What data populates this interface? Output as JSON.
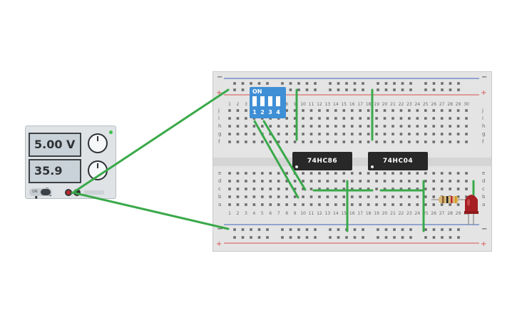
{
  "power_supply": {
    "voltage_display": "5.00 V",
    "current_display": "35.9 µA",
    "power_switch_label": "ON"
  },
  "breadboard": {
    "rail_plus": "+",
    "rail_minus": "−",
    "row_letters_top": [
      "j",
      "i",
      "h",
      "g",
      "f"
    ],
    "row_letters_bottom": [
      "e",
      "d",
      "c",
      "b",
      "a"
    ],
    "columns": [
      "1",
      "2",
      "3",
      "4",
      "5",
      "6",
      "7",
      "8",
      "9",
      "10",
      "11",
      "12",
      "13",
      "14",
      "15",
      "16",
      "17",
      "18",
      "19",
      "20",
      "21",
      "22",
      "23",
      "24",
      "25",
      "26",
      "27",
      "28",
      "29",
      "30"
    ]
  },
  "components": {
    "chip_xor": "74HC86",
    "chip_not": "74HC04",
    "dip_switch": {
      "on_label": "ON",
      "numbers": [
        "1",
        "2",
        "3",
        "4"
      ]
    }
  },
  "colors": {
    "wire": "#3aa94a",
    "rail_red": "#d8504f",
    "rail_blue": "#3d63b8",
    "dip": "#3f8fd6",
    "led": "#a51f23"
  }
}
